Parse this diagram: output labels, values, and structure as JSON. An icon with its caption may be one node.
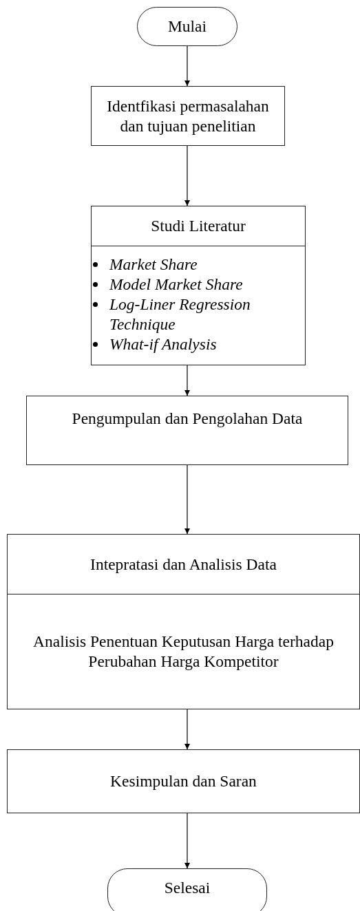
{
  "diagram": {
    "nodes": [
      {
        "text": [
          "Mulai"
        ]
      },
      {
        "text": [
          "Identfikasi permasalahan dan tujuan penelitian"
        ]
      },
      {
        "text": [
          "Studi Literatur",
          "Market Share",
          "Model Market Share",
          "Log-Liner Regression Technique",
          "What-if Analysis"
        ]
      },
      {
        "text": [
          "Pengumpulan dan Pengolahan Data"
        ]
      },
      {
        "text": [
          "Intepratasi dan Analisis Data",
          "Analisis Penentuan Keputusan Harga terhadap Perubahan Harga Kompetitor"
        ]
      },
      {
        "text": [
          "Kesimpulan dan Saran"
        ]
      },
      {
        "text": [
          "Selesai"
        ]
      }
    ],
    "edges": [
      {
        "from": 0,
        "to": 1,
        "arrow": "to"
      },
      {
        "from": 1,
        "to": 2,
        "arrow": "to"
      },
      {
        "from": 2,
        "to": 3,
        "arrow": "to"
      },
      {
        "from": 3,
        "to": 4,
        "arrow": "to"
      },
      {
        "from": 4,
        "to": 5,
        "arrow": "to"
      },
      {
        "from": 5,
        "to": 6,
        "arrow": "to"
      }
    ]
  }
}
